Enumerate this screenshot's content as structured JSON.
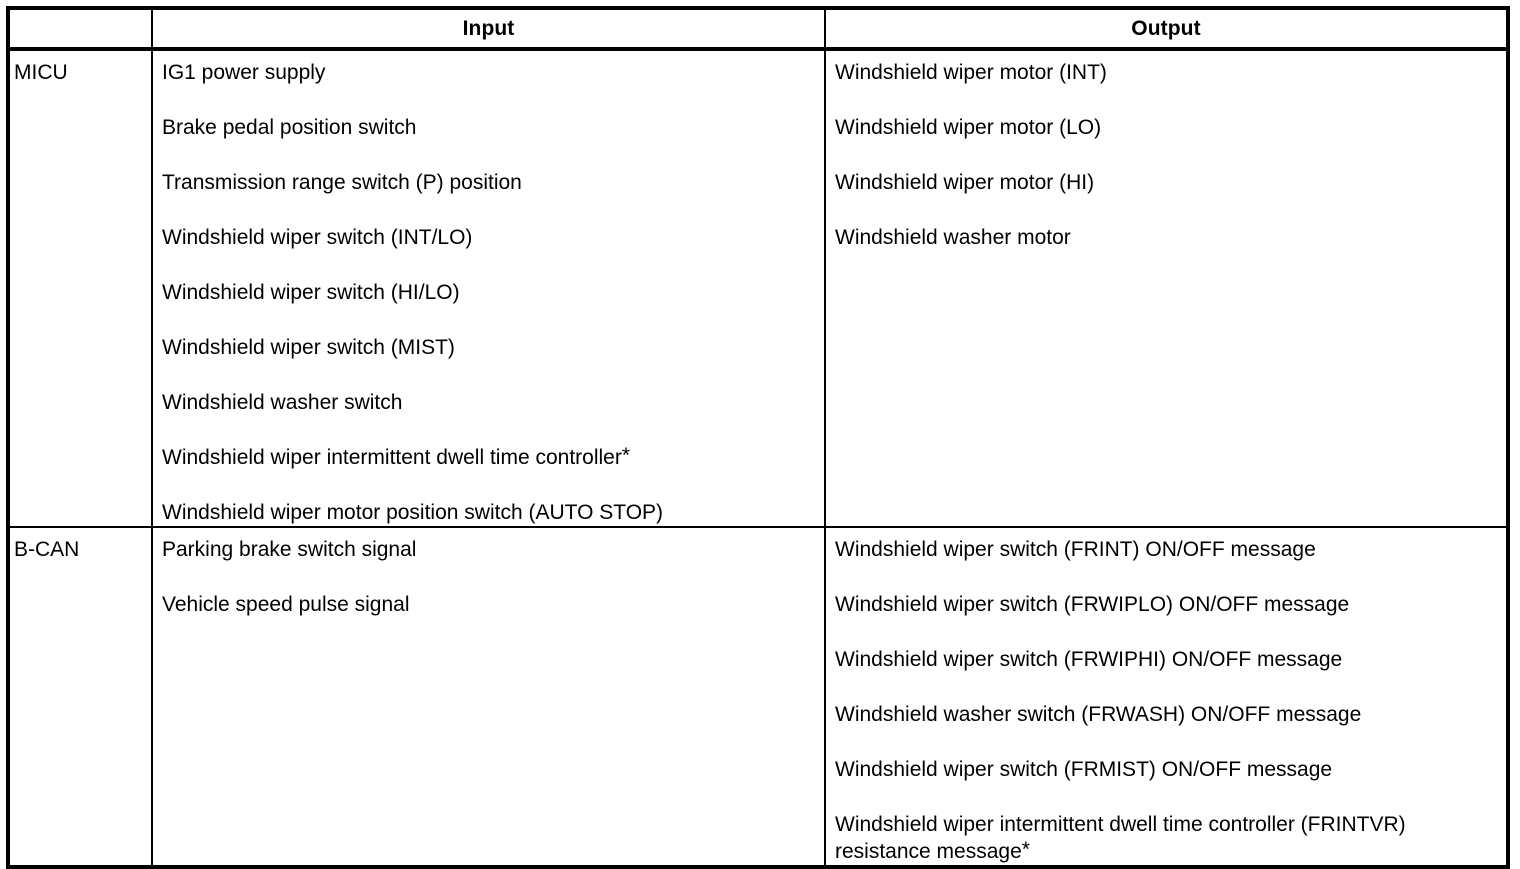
{
  "table": {
    "headers": {
      "system": "",
      "input": "Input",
      "output": "Output"
    },
    "rows": [
      {
        "system": "MICU",
        "inputs": [
          "IG1 power supply",
          "Brake pedal position switch",
          "Transmission range switch (P) position",
          "Windshield wiper switch (INT/LO)",
          "Windshield wiper switch (HI/LO)",
          "Windshield wiper switch (MIST)",
          "Windshield washer switch",
          "Windshield wiper intermittent dwell time controller*",
          "Windshield wiper motor position switch (AUTO STOP)"
        ],
        "outputs": [
          "Windshield wiper motor (INT)",
          "Windshield wiper motor (LO)",
          "Windshield wiper motor (HI)",
          "Windshield washer motor"
        ]
      },
      {
        "system": "B-CAN",
        "inputs": [
          "Parking brake switch signal",
          "Vehicle speed pulse signal"
        ],
        "outputs": [
          "Windshield wiper switch (FRINT) ON/OFF message",
          "Windshield wiper switch (FRWIPLO) ON/OFF message",
          "Windshield wiper switch (FRWIPHI) ON/OFF message",
          "Windshield washer switch (FRWASH) ON/OFF message",
          "Windshield wiper switch (FRMIST) ON/OFF message",
          "Windshield wiper intermittent dwell time controller (FRINTVR) resistance message*"
        ]
      }
    ]
  },
  "colors": {
    "border": "#000000",
    "text": "#000000",
    "background": "#ffffff"
  }
}
